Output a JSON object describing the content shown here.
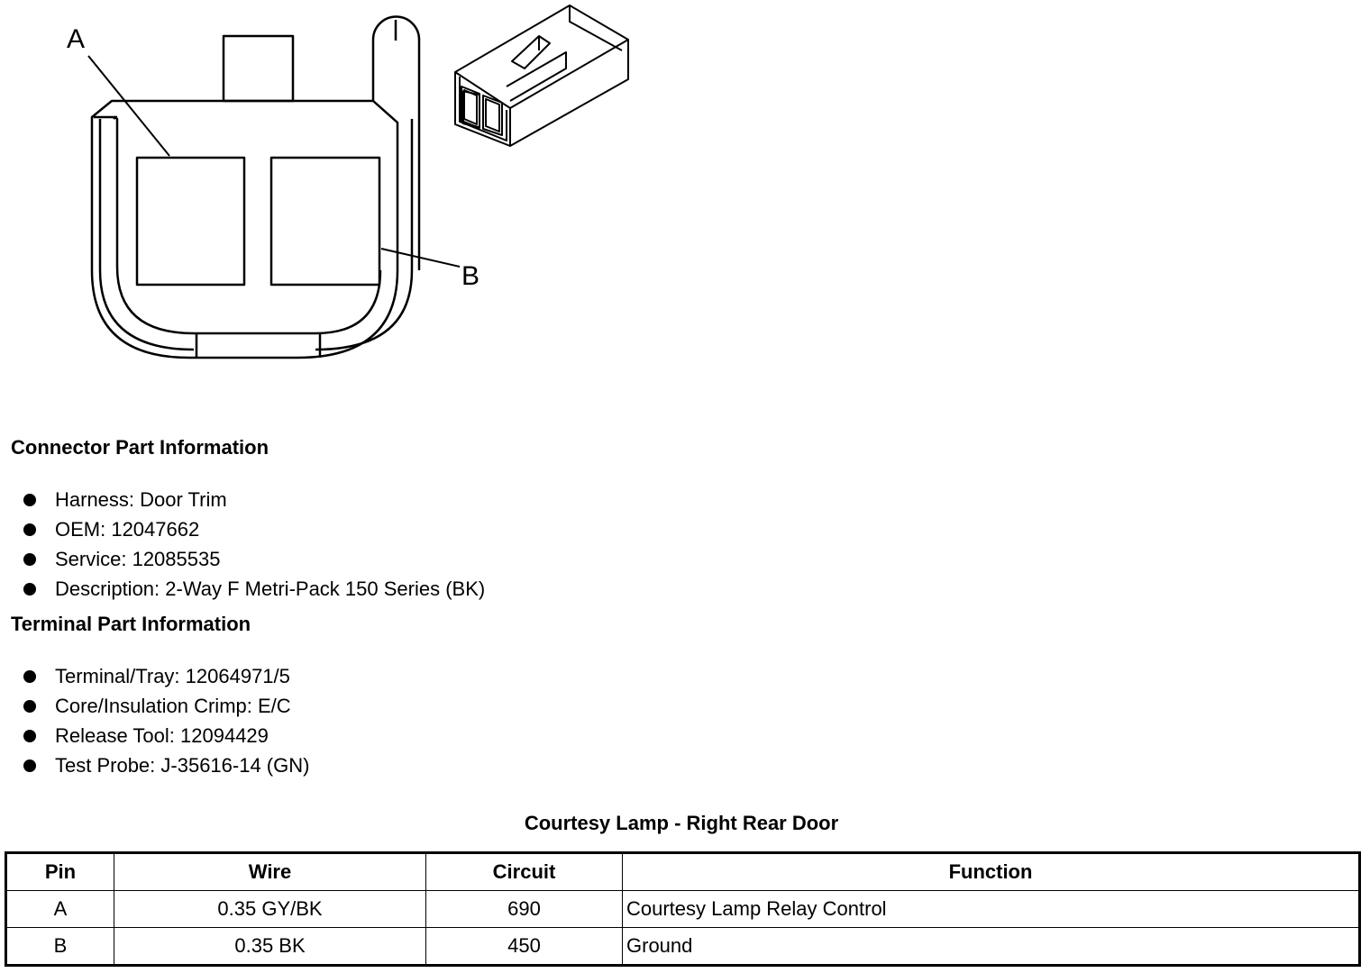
{
  "diagram": {
    "label_a": "A",
    "label_b": "B"
  },
  "connector_info": {
    "heading": "Connector Part Information",
    "items": [
      "Harness: Door Trim",
      "OEM: 12047662",
      "Service: 12085535",
      "Description: 2-Way F Metri-Pack 150 Series (BK)"
    ]
  },
  "terminal_info": {
    "heading": "Terminal Part Information",
    "items": [
      "Terminal/Tray: 12064971/5",
      "Core/Insulation Crimp: E/C",
      "Release Tool: 12094429",
      "Test Probe: J-35616-14 (GN)"
    ]
  },
  "pin_table": {
    "title": "Courtesy Lamp - Right Rear Door",
    "headers": [
      "Pin",
      "Wire",
      "Circuit",
      "Function"
    ],
    "rows": [
      [
        "A",
        "0.35 GY/BK",
        "690",
        "Courtesy Lamp Relay Control"
      ],
      [
        "B",
        "0.35 BK",
        "450",
        "Ground"
      ]
    ]
  }
}
